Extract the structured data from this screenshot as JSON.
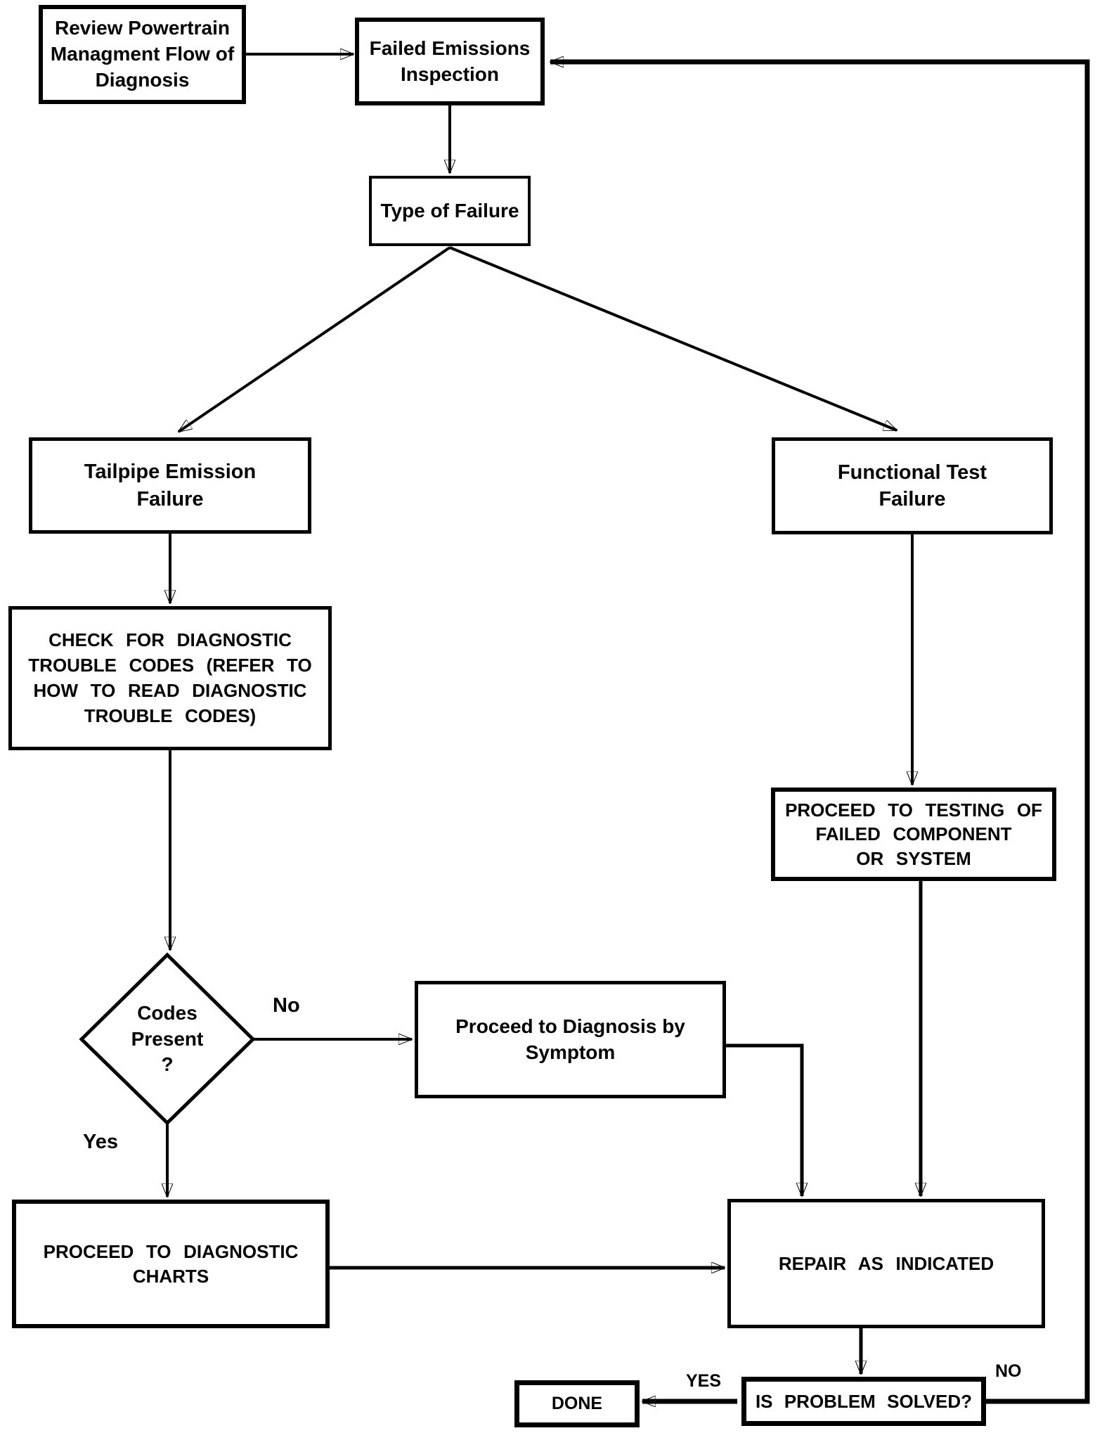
{
  "diagram": {
    "background": "#ffffff",
    "line_color": "#000000",
    "text_color": "#000000",
    "nodes": {
      "review": {
        "label": "Review Powertrain\nManagment Flow of\nDiagnosis"
      },
      "failed_inspection": {
        "label": "Failed Emissions\nInspection"
      },
      "type_of_failure": {
        "label": "Type of Failure"
      },
      "tailpipe": {
        "label": "Tailpipe Emission\nFailure"
      },
      "functional": {
        "label": "Functional Test\nFailure"
      },
      "check_codes": {
        "label": "CHECK FOR DIAGNOSTIC\nTROUBLE CODES (REFER TO\nHOW TO READ DIAGNOSTIC\nTROUBLE CODES)"
      },
      "proceed_testing": {
        "label": "PROCEED TO TESTING OF\nFAILED COMPONENT\nOR SYSTEM"
      },
      "codes_present": {
        "label": "Codes\nPresent\n?"
      },
      "diagnosis_by_symptom": {
        "label": "Proceed to Diagnosis by\nSymptom"
      },
      "diagnostic_charts": {
        "label": "PROCEED TO DIAGNOSTIC\nCHARTS"
      },
      "repair": {
        "label": "REPAIR AS INDICATED"
      },
      "problem_solved": {
        "label": "IS PROBLEM SOLVED?"
      },
      "done": {
        "label": "DONE"
      }
    },
    "edge_labels": {
      "no": "No",
      "yes": "Yes",
      "solved_yes": "YES",
      "solved_no": "NO"
    }
  }
}
